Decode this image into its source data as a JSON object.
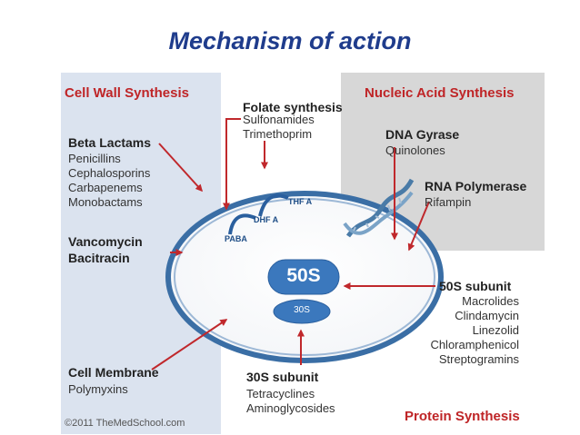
{
  "title": "Mechanism of action",
  "cell_wall": {
    "heading": "Cell Wall Synthesis",
    "beta_lactams": "Beta Lactams",
    "beta_items": [
      "Penicillins",
      "Cephalosporins",
      "Carbapenems",
      "Monobactams"
    ],
    "vancomycin": "Vancomycin",
    "bacitracin": "Bacitracin"
  },
  "folate": {
    "heading": "Folate synthesis",
    "items": [
      "Sulfonamides",
      "Trimethoprim"
    ],
    "paba": "PABA",
    "dhfa": "DHF A",
    "thfa": "THF A"
  },
  "nucleic": {
    "heading": "Nucleic Acid Synthesis",
    "dna_gyrase": "DNA Gyrase",
    "dna_items": [
      "Quinolones"
    ],
    "rna_polymerase": "RNA Polymerase",
    "rna_items": [
      "Rifampin"
    ]
  },
  "ribosome": {
    "large": "50S",
    "small": "30S"
  },
  "sub50": {
    "heading": "50S subunit",
    "items": [
      "Macrolides",
      "Clindamycin",
      "Linezolid",
      "Chloramphenicol",
      "Streptogramins"
    ]
  },
  "sub30": {
    "heading": "30S subunit",
    "items": [
      "Tetracyclines",
      "Aminoglycosides"
    ]
  },
  "membrane": {
    "heading": "Cell Membrane",
    "items": [
      "Polymyxins"
    ]
  },
  "protein": {
    "heading": "Protein Synthesis"
  },
  "copyright": "©2011 TheMedSchool.com",
  "colors": {
    "title": "#1f3c8c",
    "heading_red": "#bf2527",
    "arrow": "#c0282c",
    "cell_wall_bg": "#dbe3ef",
    "nucleic_bg": "#d7d7d7",
    "cell_outline": "#3a6ea5",
    "ribosome": "#3b78bd"
  }
}
